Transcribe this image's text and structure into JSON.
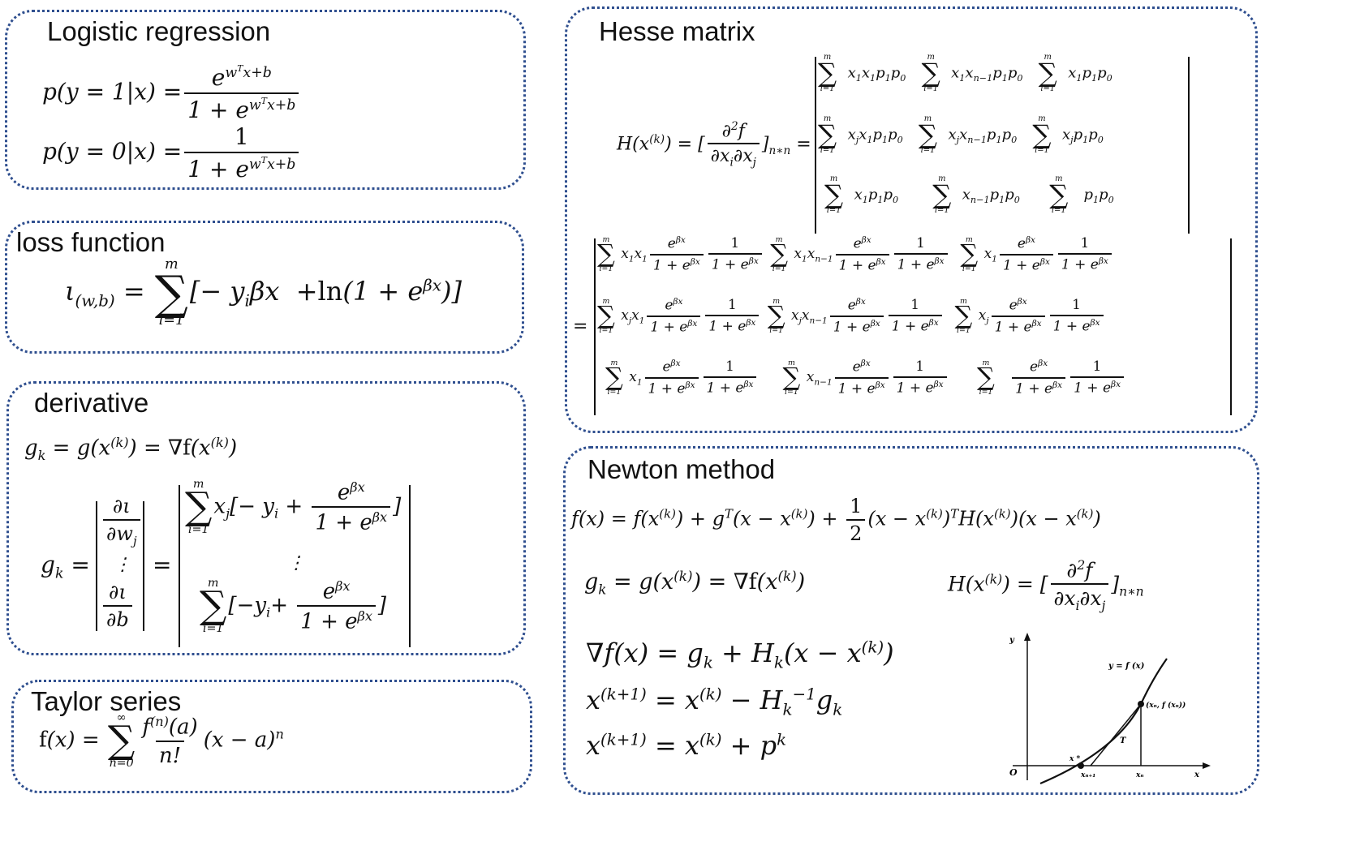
{
  "panels": {
    "logistic": {
      "title": "Logistic regression"
    },
    "loss": {
      "title": "loss function"
    },
    "derivative": {
      "title": "derivative"
    },
    "taylor": {
      "title": "Taylor series"
    },
    "hesse": {
      "title": "Hesse matrix"
    },
    "newton": {
      "title": "Newton method"
    }
  },
  "graph": {
    "y_axis": "y",
    "x_axis": "x",
    "origin": "O",
    "curve_label": "y = f (x)",
    "point_label": "(xₙ, f (xₙ))",
    "tangent_label": "T",
    "root_label": "x *",
    "x_n1": "xₙ₊₁",
    "x_n": "xₙ"
  }
}
